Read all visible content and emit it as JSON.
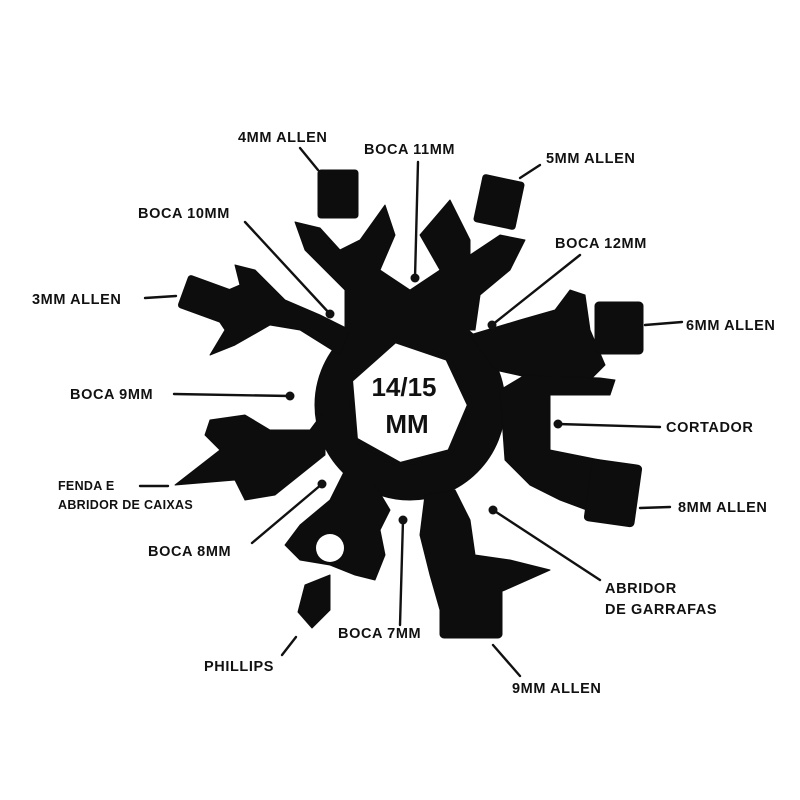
{
  "center": {
    "line1": "14/15",
    "line2": "MM"
  },
  "labels": {
    "allen_4mm": "4MM ALLEN",
    "boca_11mm": "BOCA 11MM",
    "allen_5mm": "5MM ALLEN",
    "boca_10mm": "BOCA 10MM",
    "boca_12mm": "BOCA 12MM",
    "allen_3mm": "3MM ALLEN",
    "allen_6mm": "6MM ALLEN",
    "boca_9mm": "BOCA 9MM",
    "cortador": "CORTADOR",
    "fenda_line1": "FENDA E",
    "fenda_line2": "ABRIDOR DE CAIXAS",
    "allen_8mm": "8MM ALLEN",
    "boca_8mm": "BOCA 8MM",
    "abridor_line1": "ABRIDOR",
    "abridor_line2": "DE GARRAFAS",
    "boca_7mm": "BOCA 7MM",
    "phillips": "PHILLIPS",
    "allen_9mm": "9MM ALLEN"
  },
  "colors": {
    "tool_body": "#0d0d0d",
    "text": "#111111",
    "background": "#ffffff"
  }
}
